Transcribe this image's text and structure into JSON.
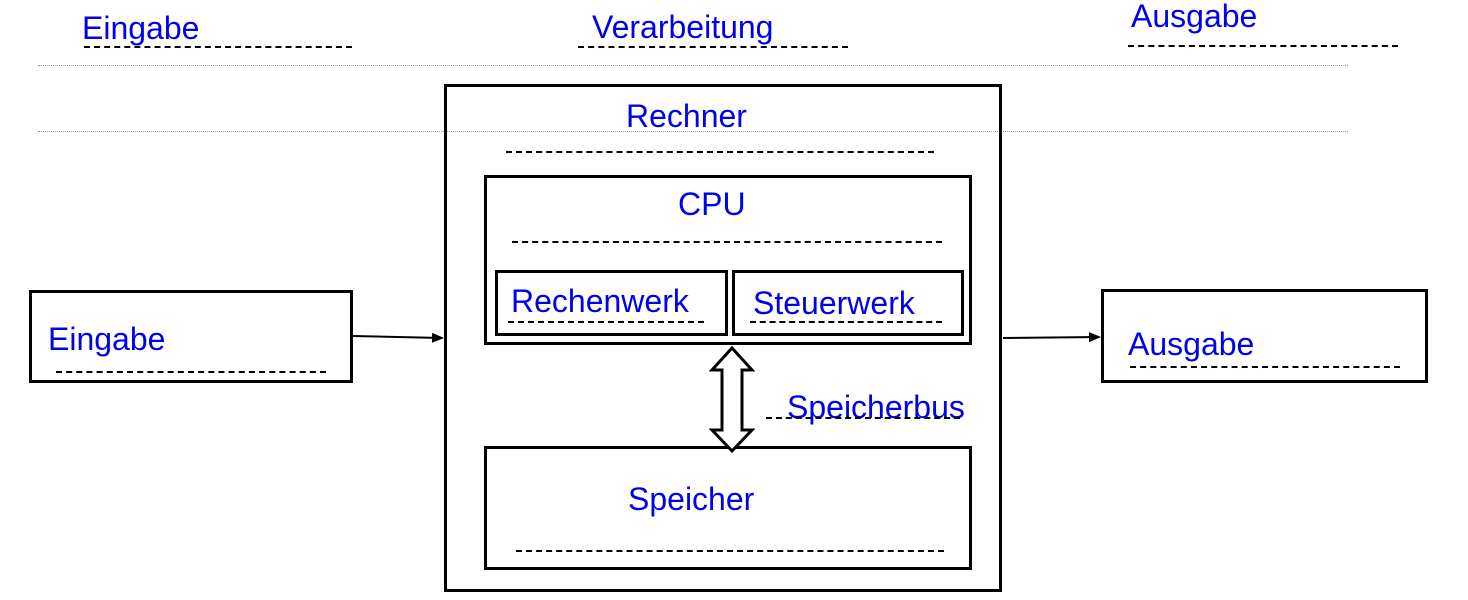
{
  "columns": {
    "input": "Eingabe",
    "processing": "Verarbeitung",
    "output": "Ausgabe"
  },
  "blocks": {
    "computer": "Rechner",
    "cpu": "CPU",
    "alu": "Rechenwerk",
    "control_unit": "Steuerwerk",
    "memory_bus": "Speicherbus",
    "memory": "Speicher",
    "input": "Eingabe",
    "output": "Ausgabe"
  },
  "colors": {
    "label": "#0000ee",
    "line": "#000000",
    "separator": "#9a9a9a"
  }
}
